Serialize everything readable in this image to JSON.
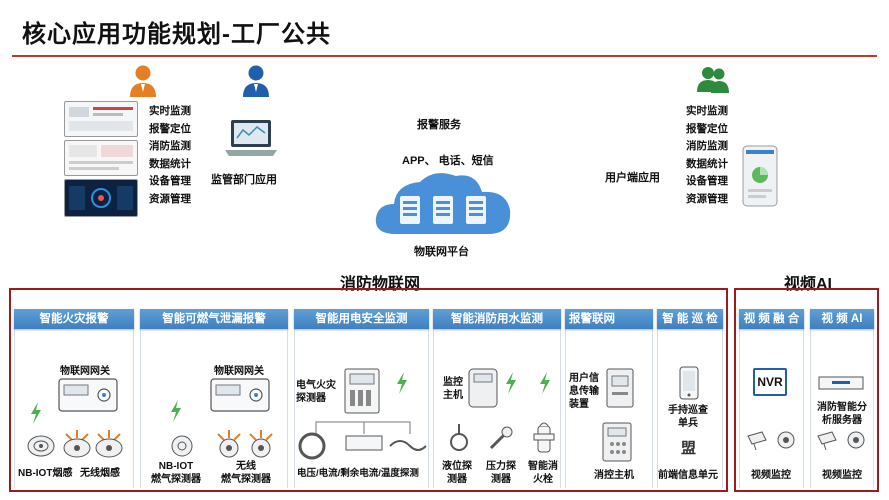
{
  "title": "核心应用功能规划-工厂公共",
  "left_features": [
    "实时监测",
    "报警定位",
    "消防监测",
    "数据统计",
    "设备管理",
    "资源管理"
  ],
  "right_features": [
    "实时监测",
    "报警定位",
    "消防监测",
    "数据统计",
    "设备管理",
    "资源管理"
  ],
  "center": {
    "supervision_app": "监管部门应用",
    "alarm_service": "报警服务",
    "channels": "APP、   电话、短信",
    "platform": "物联网平台",
    "user_app": "用户端应用"
  },
  "sections": {
    "fire_iot": "消防物联网",
    "video_ai": "视频AI"
  },
  "columns": [
    {
      "header": "智能火灾报警",
      "gateway": "物联网网关",
      "items": [
        "NB-IOT烟感",
        "无线烟感"
      ]
    },
    {
      "header": "智能可燃气泄漏报警",
      "gateway": "物联网网关",
      "items": [
        "NB-IOT\n燃气探测器",
        "无线\n燃气探测器"
      ]
    },
    {
      "header": "智能用电安全监测",
      "items": [
        "电气火灾\n探测器",
        "电压/电流/剩余电流/温度探测"
      ]
    },
    {
      "header": "智能消防用水监测",
      "items": [
        "监控\n主机",
        "液位探\n测器",
        "压力探\n测器",
        "智能消\n火栓"
      ]
    },
    {
      "header": "报警联网",
      "items": [
        "用户信\n息传输\n装置",
        "消控主机"
      ]
    },
    {
      "header": "智 能 巡 检",
      "items": [
        "手持巡查\n单兵",
        "盟",
        "前端信息单元"
      ]
    },
    {
      "header": "视 频 融 合",
      "items": [
        "NVR",
        "视频监控"
      ]
    },
    {
      "header": "视 频 AI",
      "items": [
        "消防智能分\n析服务器",
        "视频监控"
      ]
    }
  ]
}
